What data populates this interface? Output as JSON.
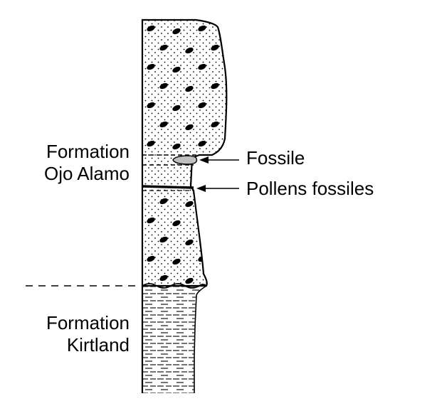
{
  "figure": {
    "formations": [
      {
        "line1": "Formation",
        "line2": "Ojo Alamo"
      },
      {
        "line1": "Formation",
        "line2": "Kirtland"
      }
    ],
    "annotations": {
      "fossil": "Fossile",
      "pollen": "Pollens fossiles"
    },
    "colors": {
      "ink": "#000000",
      "paper": "#ffffff",
      "fossil_fill": "#bfbfbf"
    }
  }
}
